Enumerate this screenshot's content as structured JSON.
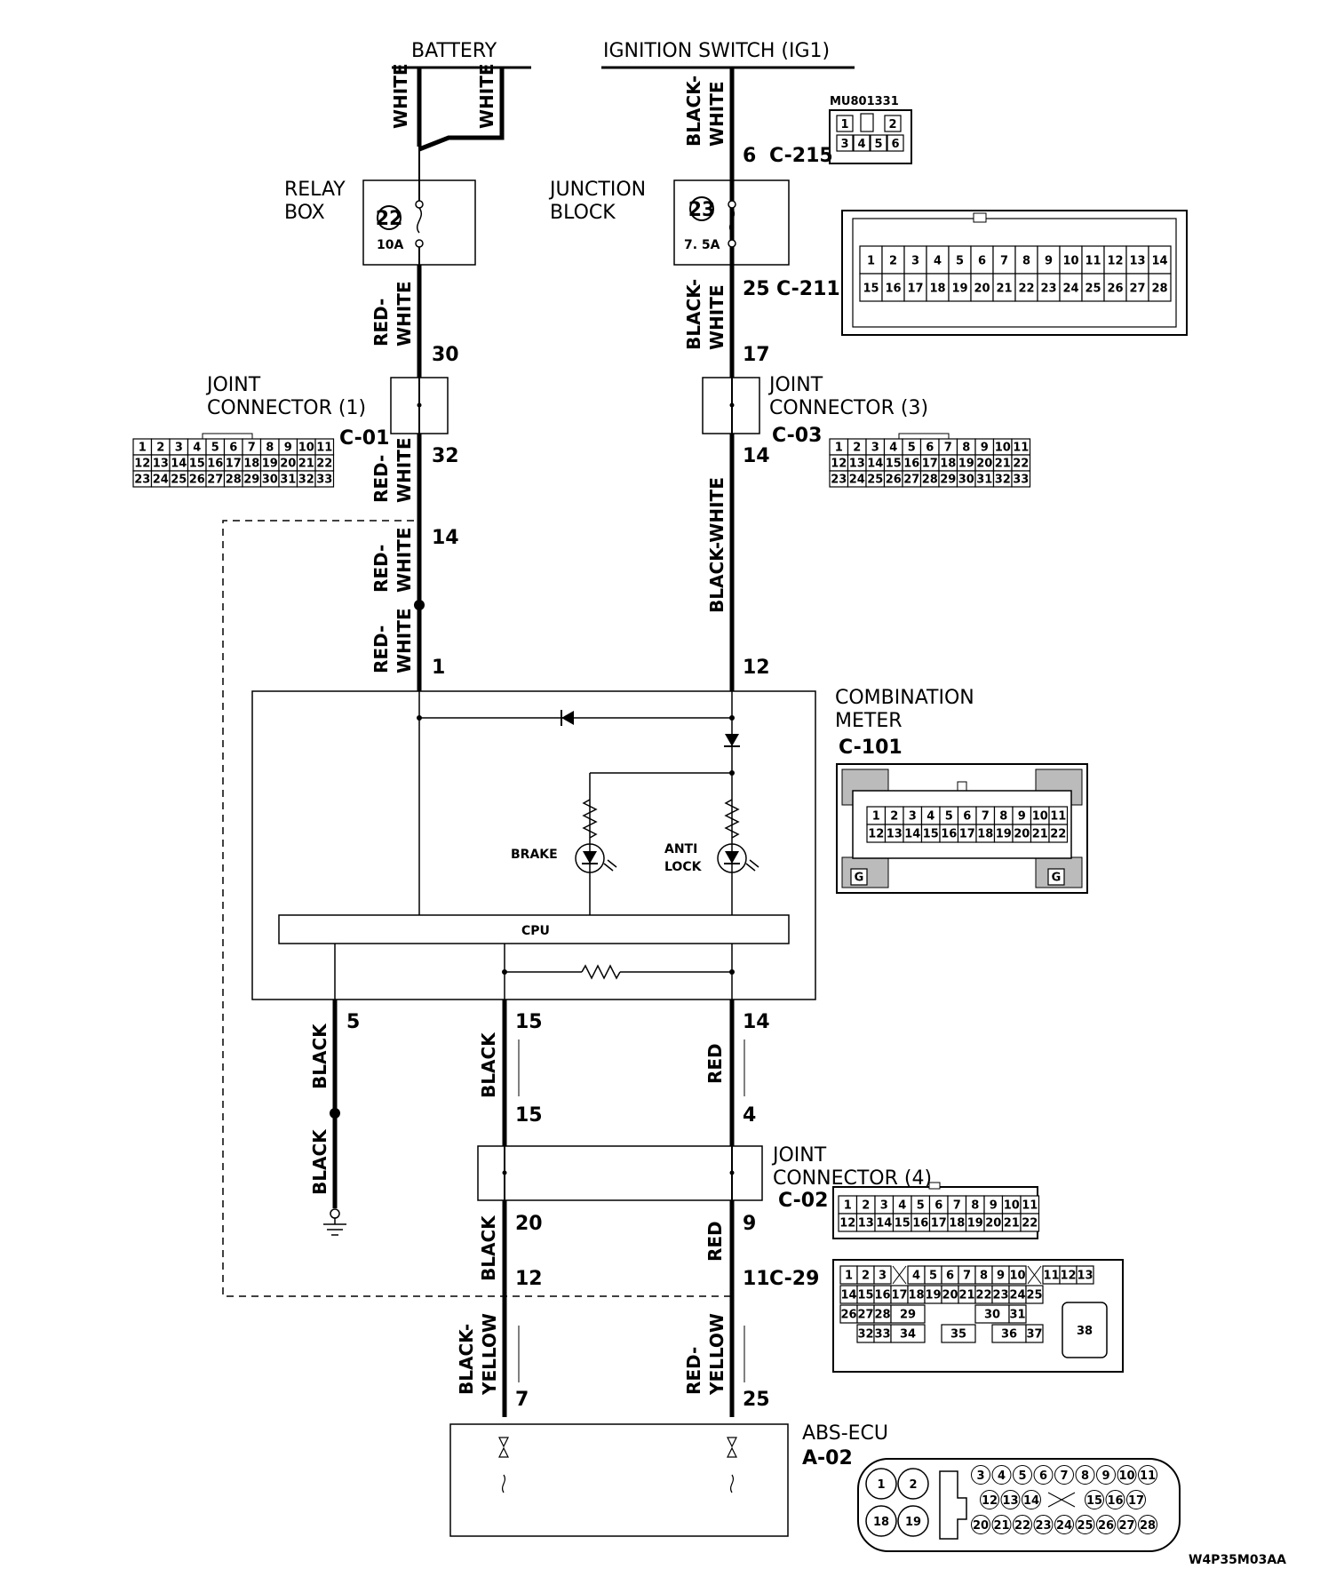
{
  "title_battery": "BATTERY",
  "title_ignition": "IGNITION SWITCH (IG1)",
  "relay_box": [
    "RELAY",
    "BOX"
  ],
  "junction_block": [
    "JUNCTION",
    "BLOCK"
  ],
  "fuse_left": {
    "number": "22",
    "rating": "10A"
  },
  "fuse_right": {
    "number": "23",
    "rating": "7. 5A"
  },
  "connector_code_top": "MU801331",
  "joint1": {
    "name": [
      "JOINT",
      "CONNECTOR (1)"
    ],
    "id": "C-01"
  },
  "joint3": {
    "name": [
      "JOINT",
      "CONNECTOR (3)"
    ],
    "id": "C-03"
  },
  "joint4": {
    "name": [
      "JOINT",
      "CONNECTOR (4)"
    ],
    "id": "C-02"
  },
  "combination_meter": {
    "name": [
      "COMBINATION",
      "METER"
    ],
    "id": "C-101"
  },
  "abs_ecu": {
    "name": "ABS-ECU",
    "id": "A-02"
  },
  "lamps": {
    "brake": "BRAKE",
    "antilock": [
      "ANTI",
      "LOCK"
    ]
  },
  "cpu": "CPU",
  "wire_colors": {
    "white": "WHITE",
    "red_white": [
      "RED-",
      "WHITE"
    ],
    "black_white": [
      "BLACK-",
      "WHITE"
    ],
    "black_white_long": "BLACK-WHITE",
    "black": "BLACK",
    "red": "RED",
    "black_yellow": [
      "BLACK-",
      "YELLOW"
    ],
    "red_yellow": [
      "RED-",
      "YELLOW"
    ]
  },
  "pins": {
    "c215": "6",
    "c215_id": "C-215",
    "c211": "25",
    "c211_id": "C-211",
    "p30": "30",
    "p32": "32",
    "p14a": "14",
    "p1": "1",
    "p17": "17",
    "p14b": "14",
    "p12": "12",
    "p5": "5",
    "p15a": "15",
    "p14c": "14",
    "p15b": "15",
    "p4": "4",
    "p20": "20",
    "p9": "9",
    "p12b": "12",
    "p11": "11",
    "c29_id": "C-29",
    "p7": "7",
    "p25": "25"
  },
  "conn_c215": [
    [
      "1",
      "",
      "2"
    ],
    [
      "3",
      "4",
      "5",
      "6"
    ]
  ],
  "conn_c211": [
    [
      "1",
      "2",
      "3",
      "4",
      "5",
      "6",
      "7",
      "8",
      "9",
      "10",
      "11",
      "12",
      "13",
      "14"
    ],
    [
      "15",
      "16",
      "17",
      "18",
      "19",
      "20",
      "21",
      "22",
      "23",
      "24",
      "25",
      "26",
      "27",
      "28"
    ]
  ],
  "conn_c01": [
    [
      "1",
      "2",
      "3",
      "4",
      "5",
      "6",
      "7",
      "8",
      "9",
      "10",
      "11"
    ],
    [
      "12",
      "13",
      "14",
      "15",
      "16",
      "17",
      "18",
      "19",
      "20",
      "21",
      "22"
    ],
    [
      "23",
      "24",
      "25",
      "26",
      "27",
      "28",
      "29",
      "30",
      "31",
      "32",
      "33"
    ]
  ],
  "conn_c101": [
    [
      "1",
      "2",
      "3",
      "4",
      "5",
      "6",
      "7",
      "8",
      "9",
      "10",
      "11"
    ],
    [
      "12",
      "13",
      "14",
      "15",
      "16",
      "17",
      "18",
      "19",
      "20",
      "21",
      "22"
    ]
  ],
  "conn_c101_ground": "G",
  "conn_c02": [
    [
      "1",
      "2",
      "3",
      "4",
      "5",
      "6",
      "7",
      "8",
      "9",
      "10",
      "11"
    ],
    [
      "12",
      "13",
      "14",
      "15",
      "16",
      "17",
      "18",
      "19",
      "20",
      "21",
      "22"
    ]
  ],
  "conn_c29": {
    "row1": [
      "1",
      "2",
      "3",
      "4",
      "5",
      "6",
      "7",
      "8",
      "9",
      "10",
      "11",
      "12",
      "13"
    ],
    "row2": [
      "17",
      "18",
      "19",
      "20",
      "21",
      "22",
      "23",
      "24",
      "25"
    ],
    "row2_left": [
      "14",
      "15",
      "16"
    ],
    "row3_left": [
      "26",
      "27",
      "28"
    ],
    "row3_mid": "29",
    "row3_30": "30",
    "row3_31": "31",
    "row4_left": [
      "32",
      "33"
    ],
    "row4_34": "34",
    "row4_35": "35",
    "row4_36": "36",
    "row4_37": "37",
    "big": "38"
  },
  "conn_a02": {
    "big": [
      "1",
      "2",
      "18",
      "19"
    ],
    "row1": [
      "3",
      "4",
      "5",
      "6",
      "7",
      "8",
      "9",
      "10",
      "11"
    ],
    "row2": [
      "12",
      "13",
      "14",
      "15",
      "16",
      "17"
    ],
    "row3": [
      "20",
      "21",
      "22",
      "23",
      "24",
      "25",
      "26",
      "27",
      "28"
    ]
  },
  "diagram_code": "W4P35M03AA"
}
